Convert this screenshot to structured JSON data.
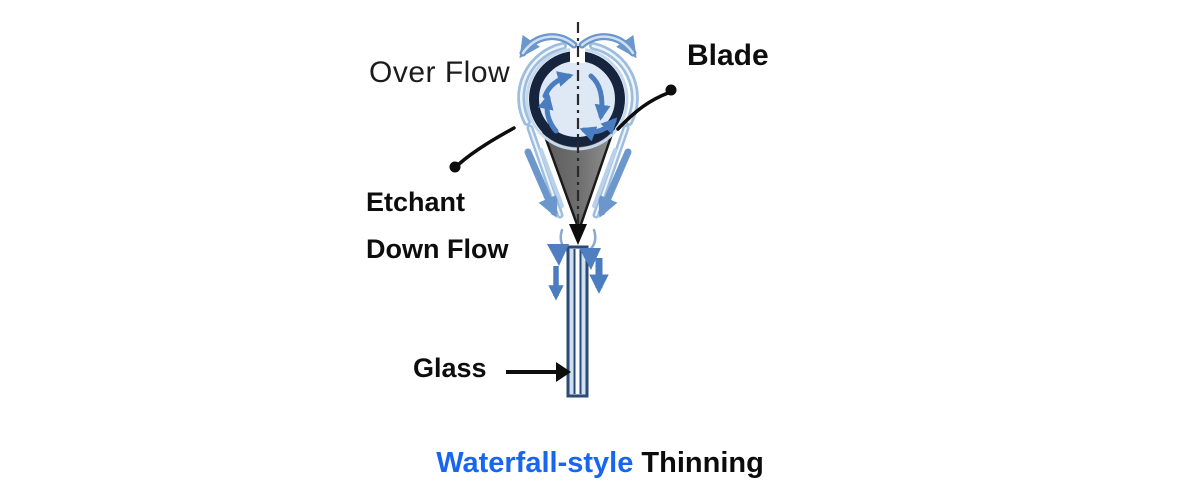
{
  "diagram": {
    "labels": {
      "over_flow": "Over Flow",
      "blade": "Blade",
      "etchant": "Etchant",
      "down_flow": "Down Flow",
      "glass": "Glass"
    },
    "caption": {
      "highlight": "Waterfall-style",
      "rest": "Thinning"
    },
    "colors": {
      "accent_blue": "#1866f0",
      "arrow_blue": "#4a7dc0",
      "film_blue": "#9dbede",
      "film_edge_blue": "#6c97cc",
      "film_light": "#cfe0f0",
      "ring_navy": "#16243e",
      "blade_interior": "#dfe9f5",
      "cone_gray_dark": "#5c5c5c",
      "cone_gray_light": "#929292",
      "glass_fill": "#cfe0f0",
      "glass_border": "#2c4a75",
      "text_black": "#111111"
    },
    "icons": [
      "overflow-arrow-left-icon",
      "overflow-arrow-right-icon",
      "circulation-arrow-icon",
      "cone-film-arrow-icon",
      "glass-down-arrow-icon",
      "centerline-tip-arrow-icon",
      "glass-pointer-arrow-icon",
      "leader-dot-icon"
    ]
  }
}
